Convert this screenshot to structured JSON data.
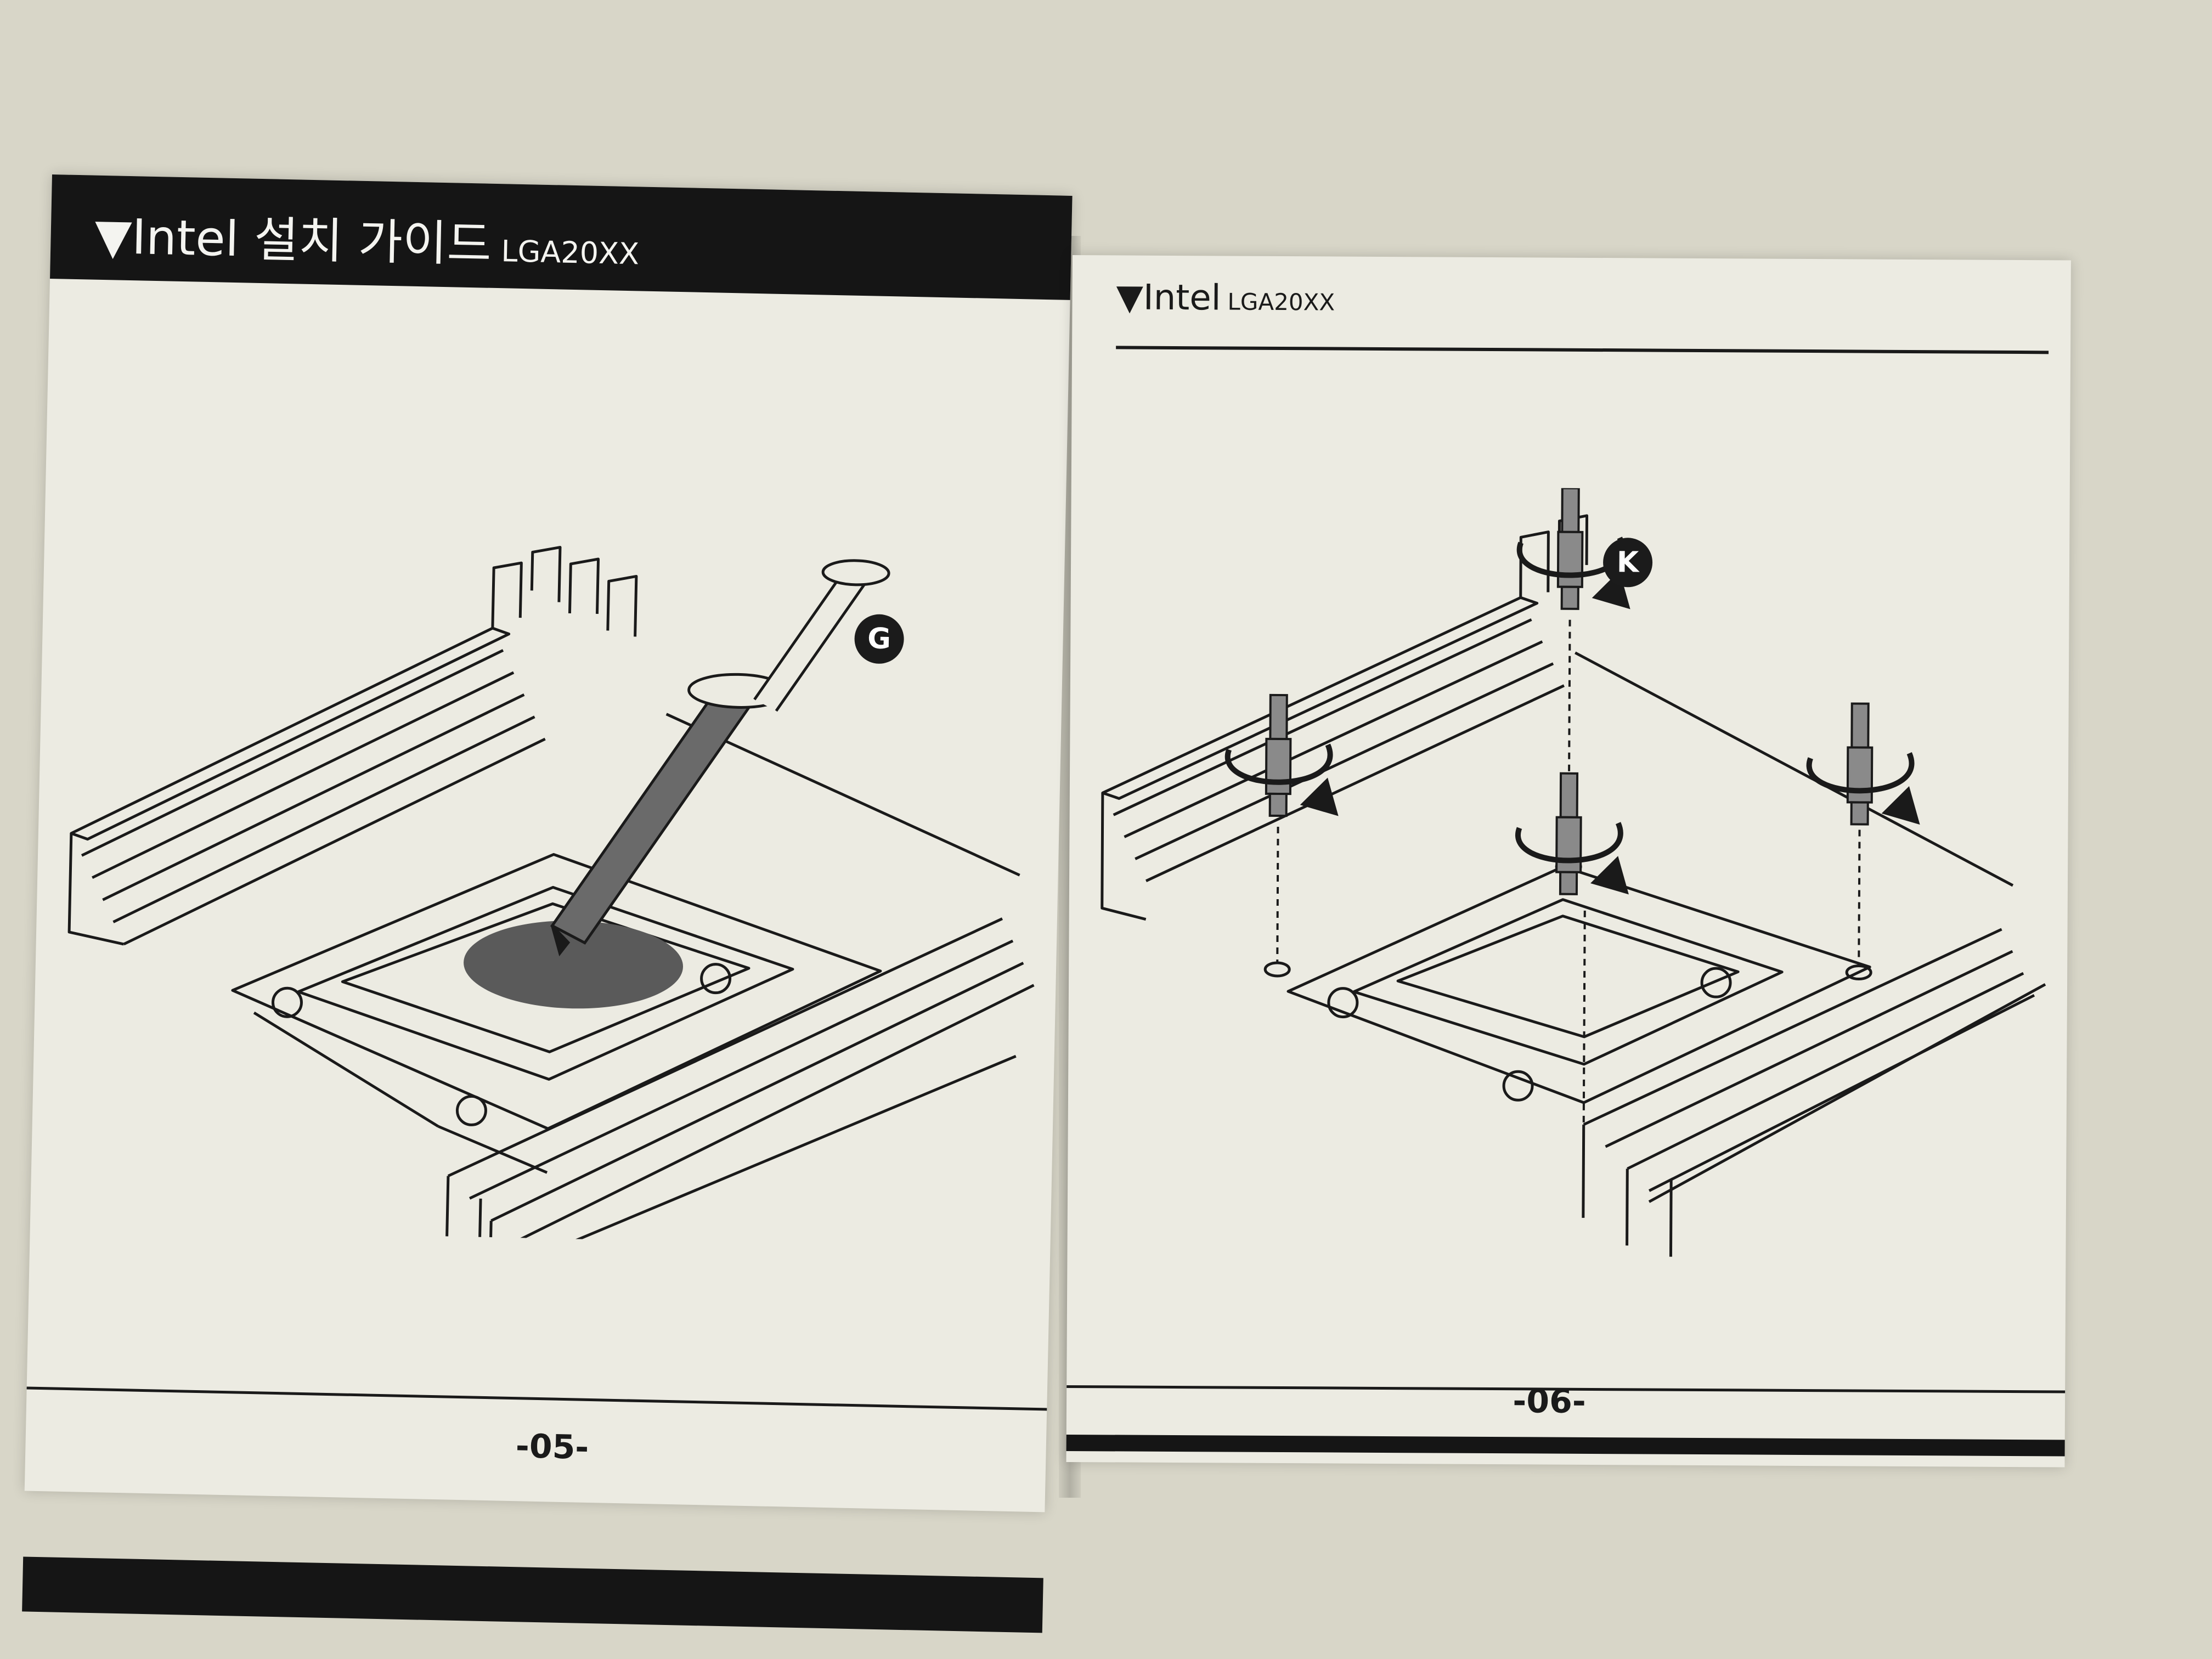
{
  "left_page": {
    "header": {
      "marker": "▼",
      "title": "Intel 설치 가이드",
      "subtitle": "LGA20XX"
    },
    "step": {
      "label": "G"
    },
    "page_number": "-05-"
  },
  "right_page": {
    "header": {
      "marker": "▼",
      "title": "Intel",
      "subtitle": "LGA20XX"
    },
    "step": {
      "label": "K"
    },
    "page_number": "-06-"
  },
  "colors": {
    "ink": "#1a1a1a",
    "paper": "#ecebe2",
    "background": "#d8d6c8"
  }
}
